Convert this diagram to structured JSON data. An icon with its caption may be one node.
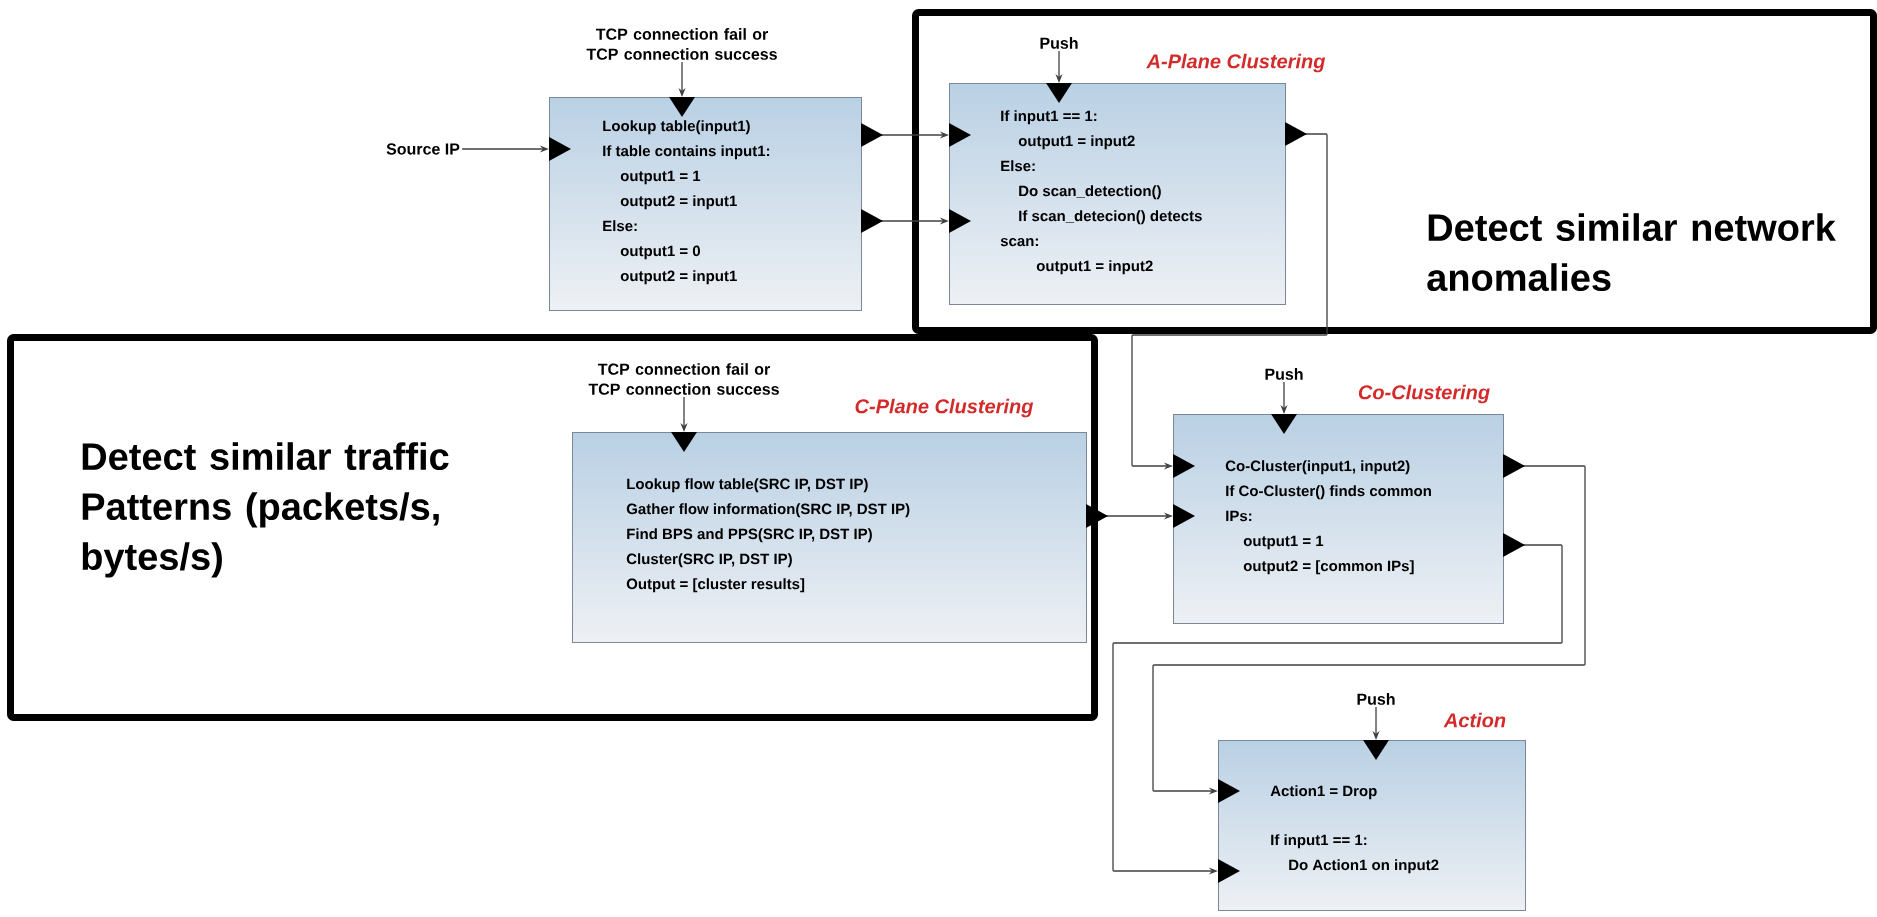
{
  "diagram": {
    "nodes": [
      {
        "text": [
          "TCP connection fail or TCP connection success"
        ]
      },
      {
        "text": [
          "Source IP"
        ]
      },
      {
        "text": [
          "Lookup table(input1)",
          "If table contains input1:",
          "output1 = 1",
          "output2 = input1",
          "Else:",
          "output1 = 0",
          "output2 = input1"
        ]
      },
      {
        "text": [
          "Detect similar network anomalies"
        ]
      },
      {
        "text": [
          "Push"
        ],
        "in": 3
      },
      {
        "text": [
          "A-Plane Clustering",
          "If input1 == 1:",
          "output1 = input2",
          "Else:",
          "Do scan_detection()",
          "If scan_detecion() detects",
          "scan:",
          "output1 = input2"
        ],
        "in": 3
      },
      {
        "text": [
          "Detect similar traffic Patterns (packets/s, bytes/s)"
        ]
      },
      {
        "text": [
          "TCP connection fail or TCP connection success"
        ],
        "in": 6
      },
      {
        "text": [
          "C-Plane Clustering",
          "Lookup flow table(SRC IP, DST IP)",
          "Gather flow information(SRC IP, DST IP)",
          "Find BPS and PPS(SRC IP, DST IP)",
          "Cluster(SRC IP, DST IP)",
          "Output = [cluster results]"
        ],
        "in": 6
      },
      {
        "text": [
          "Push"
        ]
      },
      {
        "text": [
          "Co-Clustering",
          "Co-Cluster(input1, input2)",
          "If Co-Cluster() finds common",
          "IPs:",
          "output1 = 1",
          "output2 = [common IPs]"
        ]
      },
      {
        "text": [
          "Push"
        ]
      },
      {
        "text": [
          "Action",
          "Action1 = Drop",
          "If input1 == 1:",
          "Do Action1 on input2"
        ]
      }
    ],
    "edges": [
      {
        "from": 0,
        "to": 2,
        "arrow": "to"
      },
      {
        "from": 1,
        "to": 2,
        "arrow": "to"
      },
      {
        "from": 2,
        "to": 5,
        "arrow": "to"
      },
      {
        "from": 2,
        "to": 5,
        "arrow": "to"
      },
      {
        "from": 4,
        "to": 5,
        "arrow": "to"
      },
      {
        "from": 5,
        "to": 10,
        "arrow": "to"
      },
      {
        "from": 7,
        "to": 8,
        "arrow": "to"
      },
      {
        "from": 8,
        "to": 10,
        "arrow": "to"
      },
      {
        "from": 9,
        "to": 10,
        "arrow": "to"
      },
      {
        "from": 10,
        "to": 12,
        "arrow": "to"
      },
      {
        "from": 10,
        "to": 12,
        "arrow": "to"
      },
      {
        "from": 11,
        "to": 12,
        "arrow": "to"
      }
    ]
  }
}
